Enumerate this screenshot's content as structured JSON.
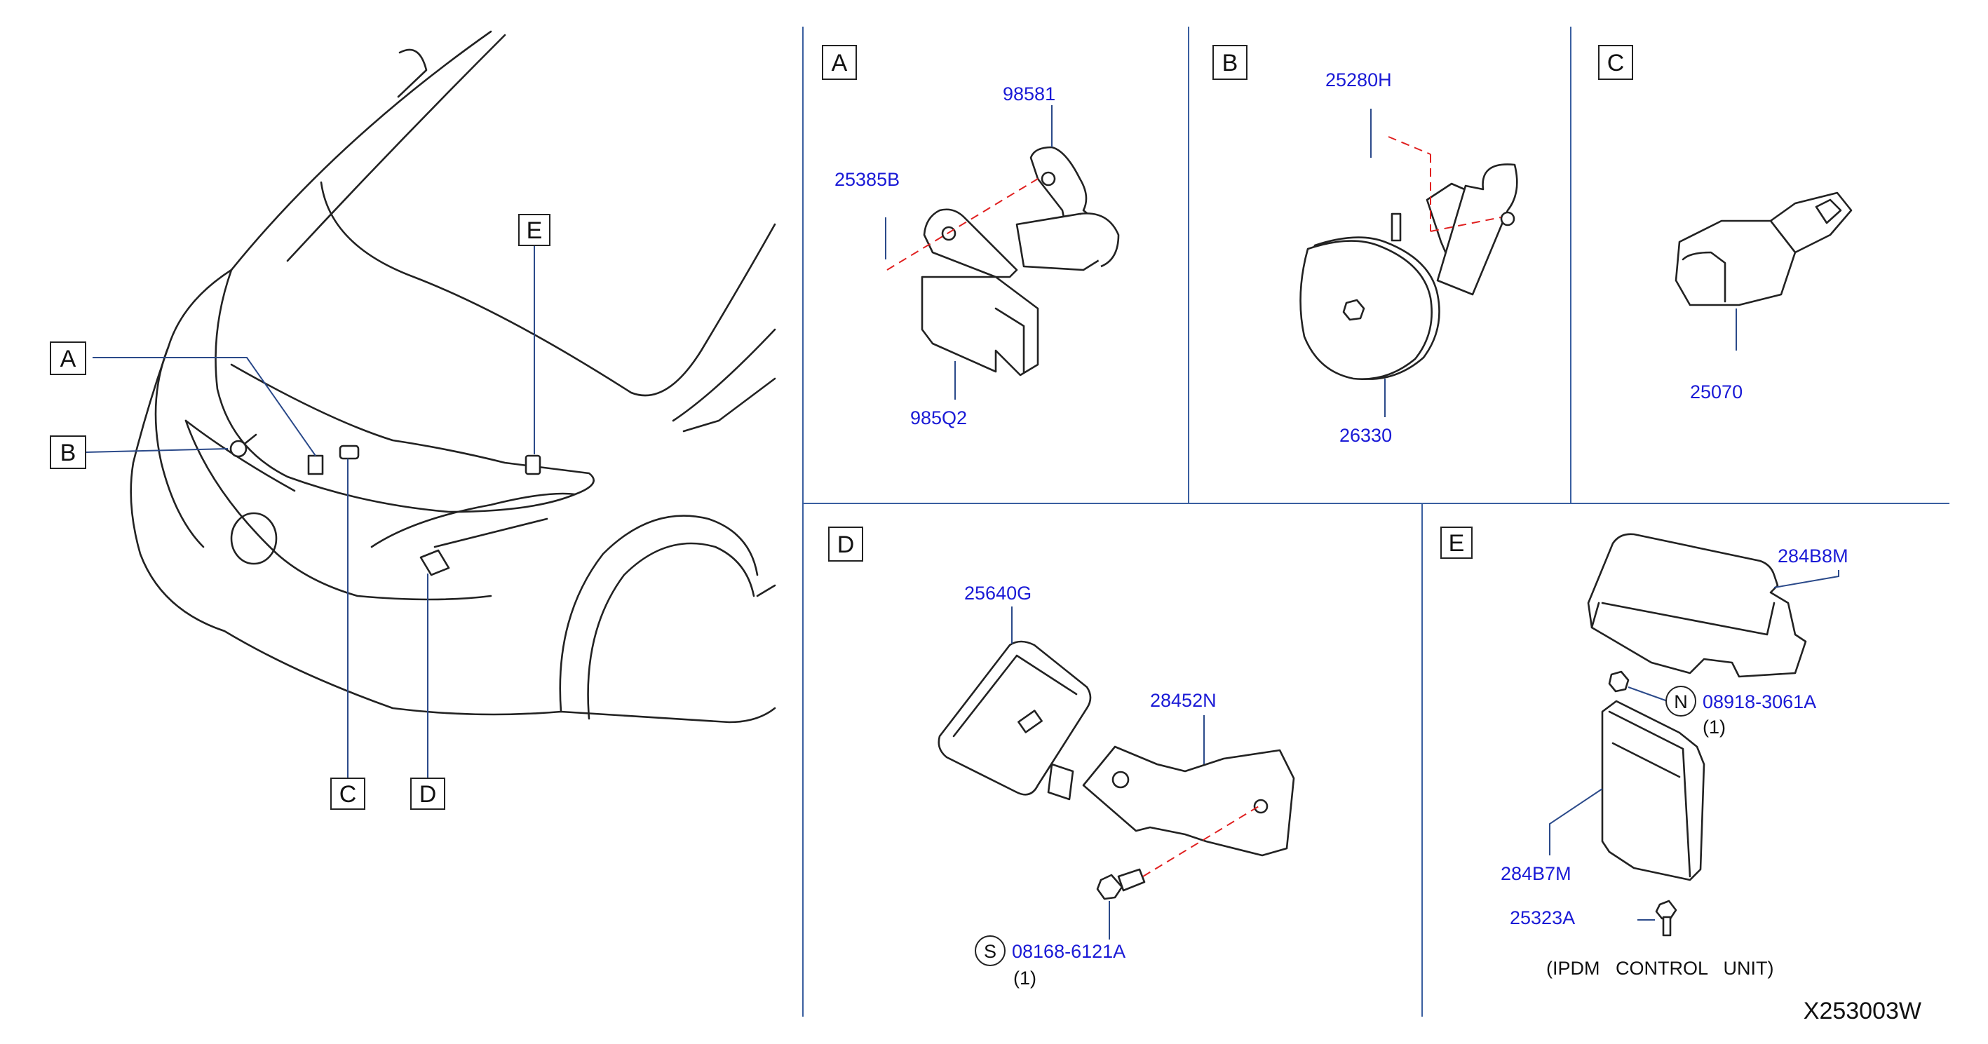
{
  "callouts": {
    "a": "A",
    "b": "B",
    "c": "C",
    "d": "D",
    "e": "E"
  },
  "panels": {
    "a": {
      "label": "A",
      "parts": [
        "98581",
        "25385B",
        "985Q2"
      ]
    },
    "b": {
      "label": "B",
      "parts": [
        "25280H",
        "26330"
      ]
    },
    "c": {
      "label": "C",
      "parts": [
        "25070"
      ]
    },
    "d": {
      "label": "D",
      "parts": [
        "25640G",
        "28452N",
        "08168-6121A"
      ],
      "bolt_symbol": "S",
      "qty": "(1)"
    },
    "e": {
      "label": "E",
      "parts": [
        "284B8M",
        "08918-3061A",
        "284B7M",
        "25323A"
      ],
      "nut_symbol": "N",
      "qty": "(1)",
      "caption": "(IPDM   CONTROL   UNIT)"
    }
  },
  "diagram_code": "X253003W",
  "colors": {
    "part_number": "#1a1ad6",
    "leader": "#2b4a8a",
    "divider": "#3a5fa0",
    "alignment_line": "#e02020",
    "outline": "#222222"
  }
}
